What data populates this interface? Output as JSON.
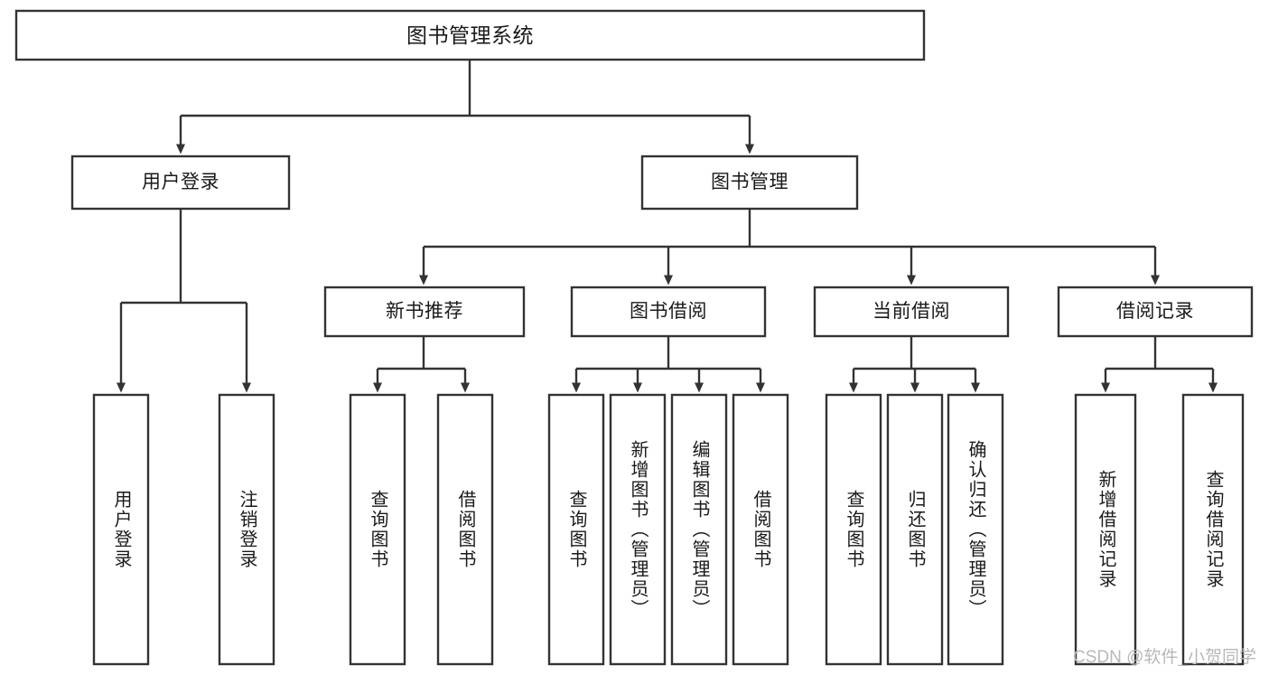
{
  "diagram": {
    "title": "图书管理系统",
    "type": "tree-hierarchy-chart",
    "root": {
      "id": "root",
      "label": "图书管理系统",
      "orientation": "horizontal"
    },
    "level2": [
      {
        "id": "user-login",
        "label": "用户登录",
        "orientation": "horizontal"
      },
      {
        "id": "book-manage",
        "label": "图书管理",
        "orientation": "horizontal"
      }
    ],
    "level3": [
      {
        "id": "new-book-recommend",
        "label": "新书推荐",
        "orientation": "horizontal",
        "parent": "book-manage"
      },
      {
        "id": "book-borrow",
        "label": "图书借阅",
        "orientation": "horizontal",
        "parent": "book-manage"
      },
      {
        "id": "current-borrow",
        "label": "当前借阅",
        "orientation": "horizontal",
        "parent": "book-manage"
      },
      {
        "id": "borrow-record",
        "label": "借阅记录",
        "orientation": "horizontal",
        "parent": "book-manage"
      }
    ],
    "leaves": [
      {
        "id": "leaf-user-login",
        "label": "用户登录",
        "orientation": "vertical",
        "parent": "user-login"
      },
      {
        "id": "leaf-user-logout",
        "label": "注销登录",
        "orientation": "vertical",
        "parent": "user-login"
      },
      {
        "id": "leaf-query-book-1",
        "label": "查询图书",
        "orientation": "vertical",
        "parent": "new-book-recommend"
      },
      {
        "id": "leaf-borrow-book-1",
        "label": "借阅图书",
        "orientation": "vertical",
        "parent": "new-book-recommend"
      },
      {
        "id": "leaf-query-book-2",
        "label": "查询图书",
        "orientation": "vertical",
        "parent": "book-borrow"
      },
      {
        "id": "leaf-add-book",
        "label": "新增图书（管理员）",
        "orientation": "vertical",
        "parent": "book-borrow"
      },
      {
        "id": "leaf-edit-book",
        "label": "编辑图书（管理员）",
        "orientation": "vertical",
        "parent": "book-borrow"
      },
      {
        "id": "leaf-borrow-book-2",
        "label": "借阅图书",
        "orientation": "vertical",
        "parent": "book-borrow"
      },
      {
        "id": "leaf-query-book-3",
        "label": "查询图书",
        "orientation": "vertical",
        "parent": "current-borrow"
      },
      {
        "id": "leaf-return-book",
        "label": "归还图书",
        "orientation": "vertical",
        "parent": "current-borrow"
      },
      {
        "id": "leaf-confirm-return",
        "label": "确认归还（管理员）",
        "orientation": "vertical",
        "parent": "current-borrow"
      },
      {
        "id": "leaf-add-record",
        "label": "新增借阅记录",
        "orientation": "vertical",
        "parent": "borrow-record"
      },
      {
        "id": "leaf-query-record",
        "label": "查询借阅记录",
        "orientation": "vertical",
        "parent": "borrow-record"
      }
    ]
  },
  "watermark": {
    "text": "CSDN @软件_小贺同学"
  },
  "colors": {
    "border": "#333333",
    "box_fill": "#ffffff",
    "text": "#1a1a1a",
    "watermark": "#b8b8b8",
    "background": "#ffffff"
  }
}
